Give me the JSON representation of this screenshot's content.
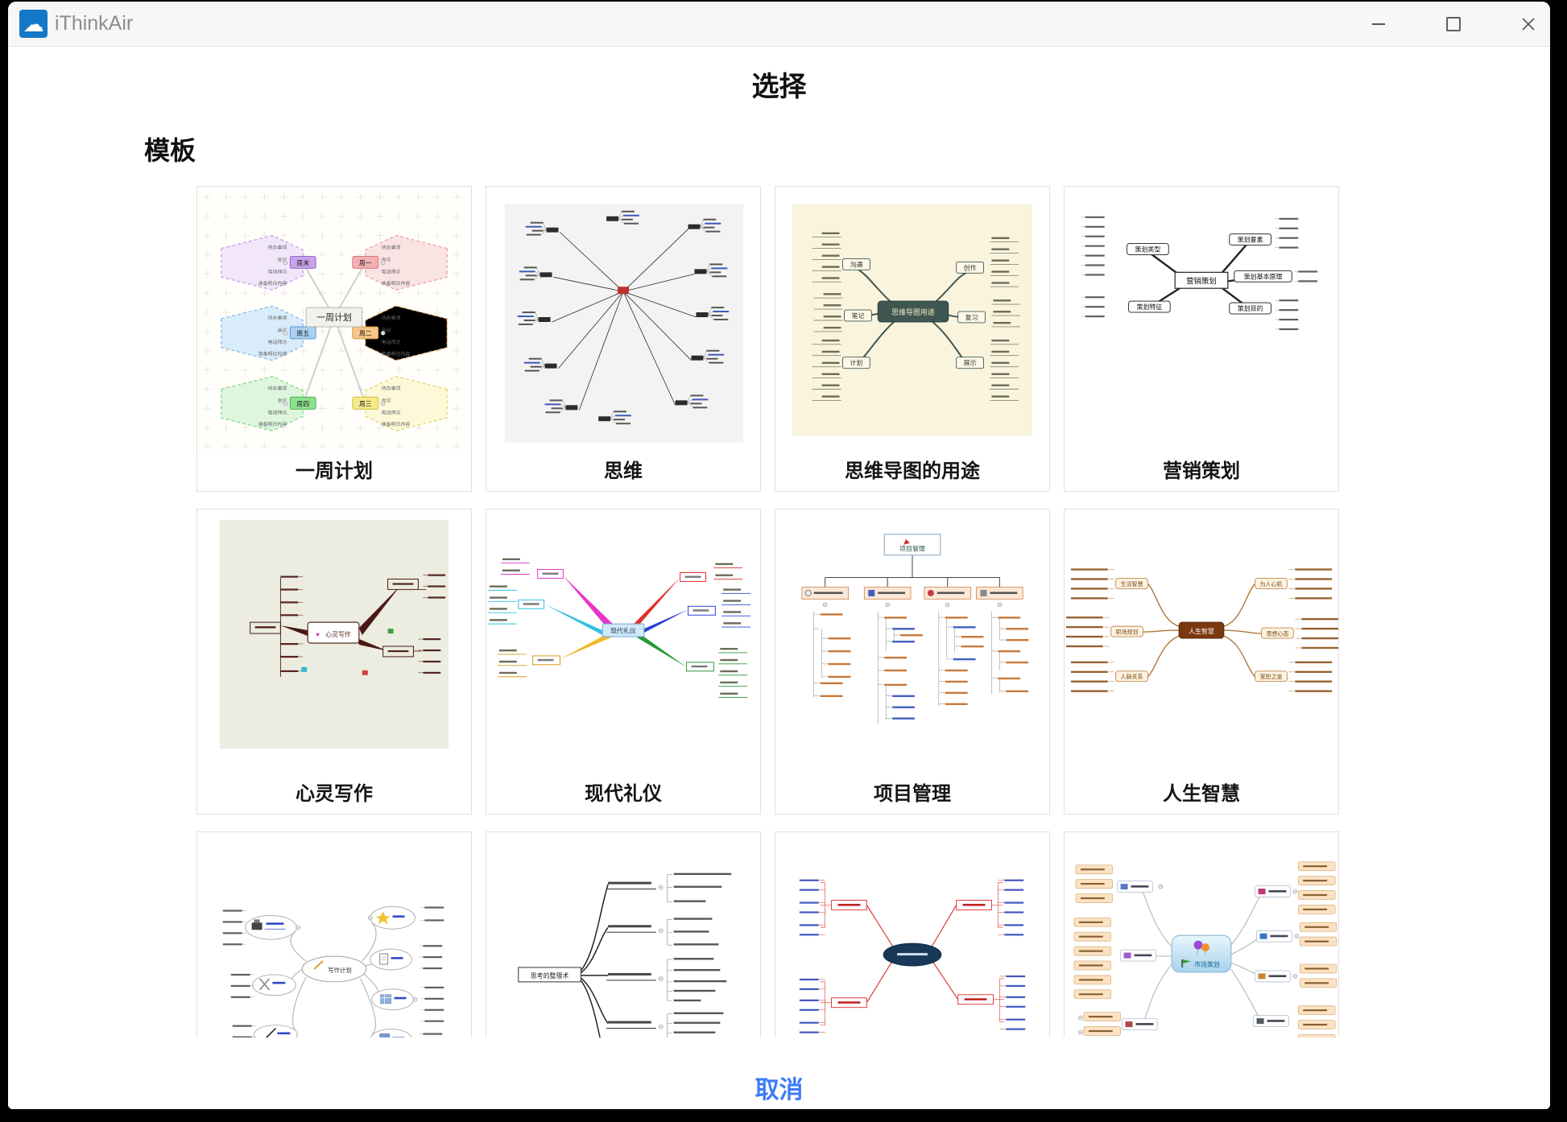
{
  "window": {
    "app_name": "iThinkAir"
  },
  "dialog": {
    "title": "选择",
    "section_label": "模板",
    "cancel_label": "取消"
  },
  "colors": {
    "accent_blue": "#3D7BF5",
    "logo_blue": "#1478C8"
  },
  "templates": {
    "weekly_plan": {
      "caption": "一周计划",
      "center": "一周计划",
      "left_branches": [
        "周末",
        "周五",
        "周四"
      ],
      "right_branches": [
        "周一",
        "周二",
        "周三"
      ],
      "items": [
        "待办事项",
        "会议",
        "电话拜访",
        "准备明日内容"
      ]
    },
    "thinking": {
      "caption": "思维"
    },
    "mindmap_uses": {
      "caption": "思维导图的用途",
      "center": "思维导图用途",
      "branches": [
        "沟通",
        "笔记",
        "计划",
        "创作",
        "复习",
        "展示"
      ]
    },
    "marketing": {
      "caption": "营销策划",
      "center": "营销策划",
      "branches": [
        "策划类型",
        "策划特征",
        "策划要素",
        "策划基本原理",
        "策划目的"
      ]
    },
    "mind_writing": {
      "caption": "心灵写作",
      "center": "心灵写作"
    },
    "etiquette": {
      "caption": "现代礼仪",
      "center": "现代礼仪"
    },
    "project_mgmt": {
      "caption": "项目管理",
      "center": "项目管理"
    },
    "life_wisdom": {
      "caption": "人生智慧",
      "center": "人生智慧",
      "branches": [
        "生活智慧",
        "职场规划",
        "人脉关系",
        "为人心机",
        "思想心态",
        "宽恕之道"
      ]
    },
    "writing_plan": {
      "center": "写作计划"
    },
    "thinking_organizer": {
      "center": "思考的整理术"
    },
    "evaluation": {},
    "market_plan": {
      "center": "市场策划"
    }
  }
}
